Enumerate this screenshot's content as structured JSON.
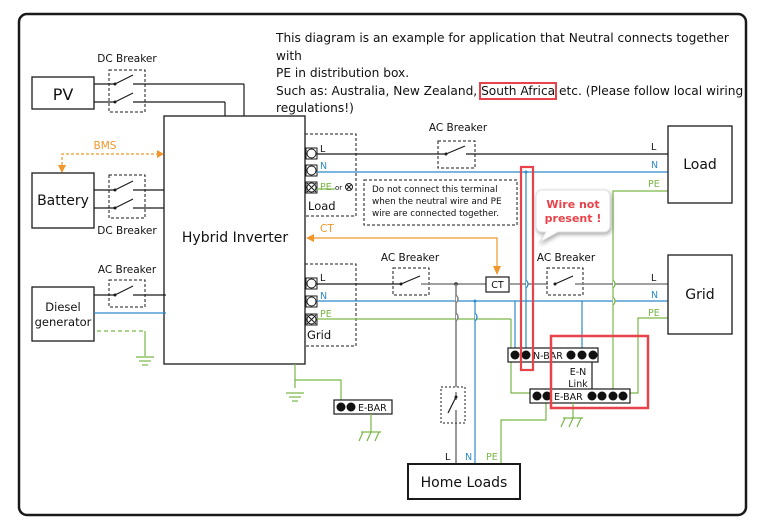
{
  "note": {
    "line1": "This diagram is an example for application that Neutral connects together with",
    "line2": "PE in distribution box.",
    "line3_prefix": "Such as: Australia, New Zealand, ",
    "line3_highlight": "South Africa",
    "line3_suffix": " etc. (Please follow local wiring",
    "line4": "regulations!)"
  },
  "components": {
    "pv": "PV",
    "battery": "Battery",
    "diesel_line1": "Diesel",
    "diesel_line2": "generator",
    "inverter": "Hybrid Inverter",
    "load": "Load",
    "grid": "Grid",
    "home_loads": "Home Loads"
  },
  "breakers": {
    "dc_top": "DC Breaker",
    "dc_bottom": "DC Breaker",
    "ac_diesel": "AC Breaker",
    "ac_load": "AC Breaker",
    "ac_grid_inv": "AC Breaker",
    "ac_grid": "AC Breaker"
  },
  "signals": {
    "bms": "BMS",
    "ct_arrow": "CT",
    "ct_box": "CT"
  },
  "terminals": {
    "load_block": {
      "l": "L",
      "n": "N",
      "pe": "PE",
      "or": "or",
      "name": "Load"
    },
    "grid_block": {
      "l": "L",
      "n": "N",
      "pe": "PE",
      "name": "Grid"
    }
  },
  "wire_labels": {
    "load_l": "L",
    "load_n": "N",
    "load_pe": "PE",
    "grid_l": "L",
    "grid_n": "N",
    "grid_pe": "PE",
    "home_l": "L",
    "home_n": "N",
    "home_pe": "PE"
  },
  "warning_note": {
    "line1": "Do not connect this terminal",
    "line2": "when the neutral wire and PE",
    "line3": "wire are connected together."
  },
  "callout": {
    "line1": "Wire not",
    "line2": "present !"
  },
  "bars": {
    "n_bar": "N-BAR",
    "e_bar_main": "E-BAR",
    "e_bar_inv": "E-BAR",
    "en_link_line1": "E-N",
    "en_link_line2": "Link"
  },
  "colors": {
    "line": "#1a1a1a",
    "neutral": "#2e8bc9",
    "earth": "#7ab648",
    "signal": "#f0962a",
    "highlight": "#e8434a",
    "gray_wire": "#808080"
  }
}
